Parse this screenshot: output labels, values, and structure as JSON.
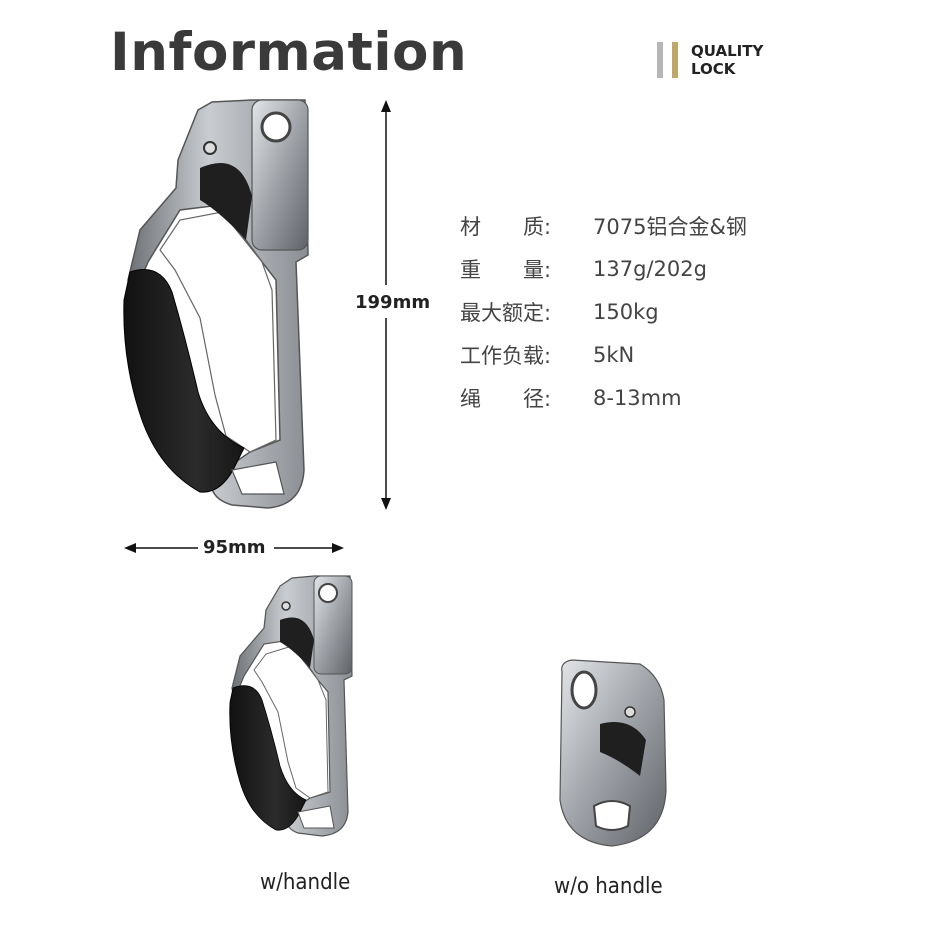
{
  "header": {
    "title": "Information",
    "badge_line1": "QUALITY",
    "badge_line2": "LOCK",
    "badge_colors": [
      "#b6b6b6",
      "#bfa76a"
    ]
  },
  "specs": [
    {
      "label": "材　　质:",
      "value": "7075铝合金&钢"
    },
    {
      "label": "重　　量:",
      "value": "137g/202g"
    },
    {
      "label": "最大额定:",
      "value": "150kg"
    },
    {
      "label": "工作负载:",
      "value": "5kN"
    },
    {
      "label": "绳　　径:",
      "value": "8-13mm"
    }
  ],
  "dimensions": {
    "height": "199mm",
    "width": "95mm"
  },
  "variants": {
    "with_handle": "w/handle",
    "without_handle": "w/o handle"
  }
}
